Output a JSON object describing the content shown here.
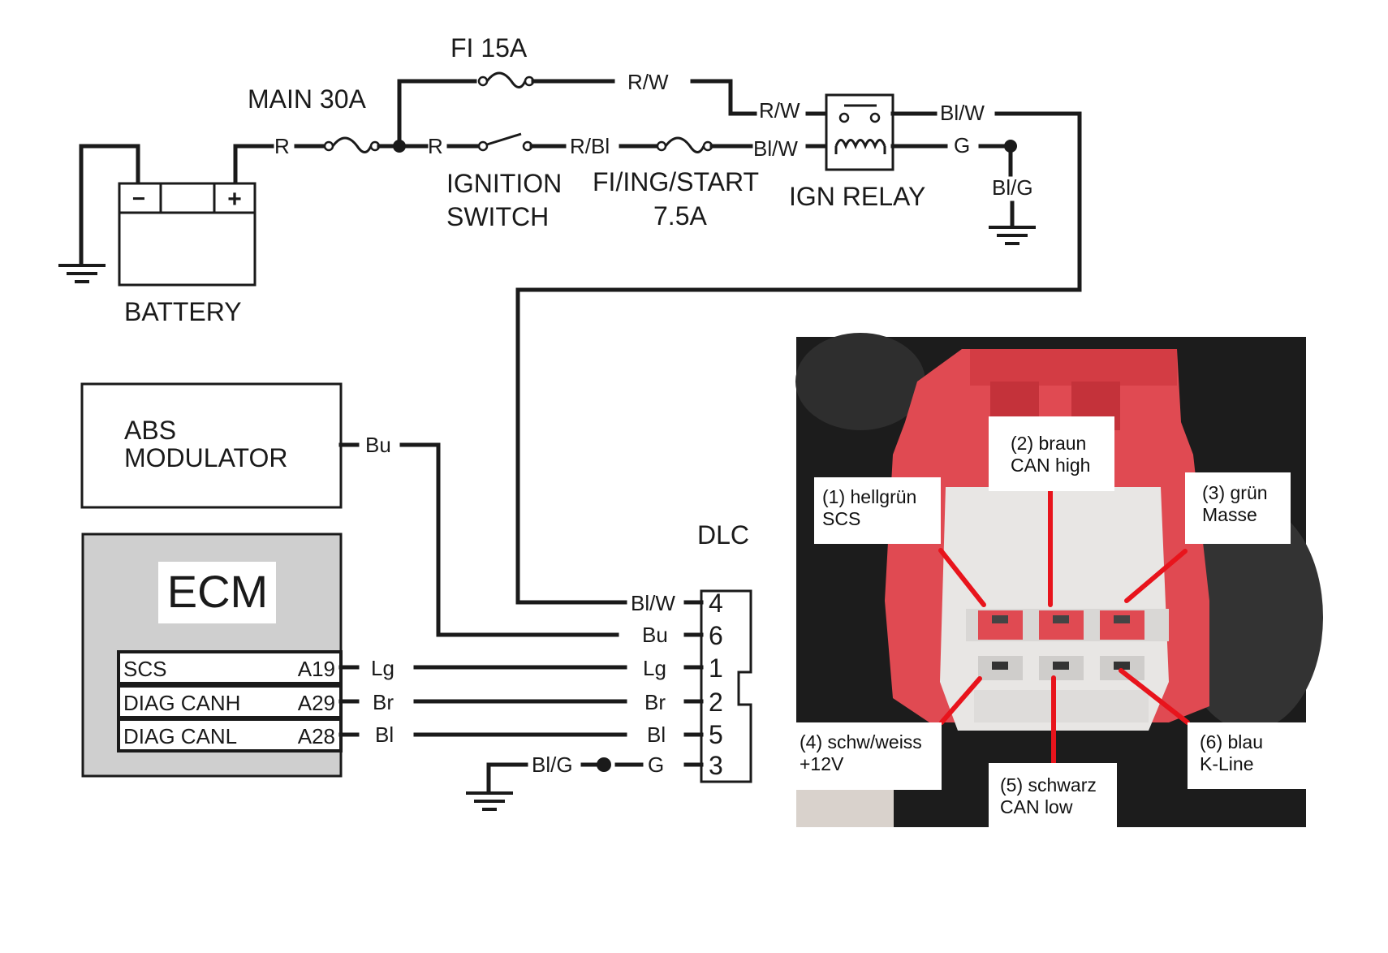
{
  "colors": {
    "wire": "#1a1a1a",
    "ecm_bg": "#cfcfcf",
    "connector_red": "#e04a52",
    "pointer_red": "#e8141c",
    "photo_bg": "#1c1c1c"
  },
  "power": {
    "battery_label": "BATTERY",
    "battery_minus": "−",
    "battery_plus": "+",
    "main_fuse": "MAIN 30A",
    "fi_fuse": "FI 15A",
    "wire_r1": "R",
    "wire_r2": "R",
    "wire_rw1": "R/W",
    "wire_rw2": "R/W",
    "wire_rbl": "R/Bl",
    "wire_blw1": "Bl/W",
    "wire_blw2": "Bl/W",
    "wire_g": "G",
    "wire_blg": "Bl/G",
    "ign_switch_line1": "IGNITION",
    "ign_switch_line2": "SWITCH",
    "fi_start_line1": "FI/ING/START",
    "fi_start_line2": "7.5A",
    "ign_relay": "IGN RELAY"
  },
  "abs": {
    "line1": "ABS",
    "line2": "MODULATOR",
    "wire": "Bu"
  },
  "ecm": {
    "title": "ECM",
    "pins": [
      {
        "name": "SCS",
        "code": "A19",
        "wire": "Lg"
      },
      {
        "name": "DIAG CANH",
        "code": "A29",
        "wire": "Br"
      },
      {
        "name": "DIAG CANL",
        "code": "A28",
        "wire": "Bl"
      }
    ]
  },
  "dlc": {
    "label": "DLC",
    "pins": [
      {
        "wire": "Bl/W",
        "num": "4"
      },
      {
        "wire": "Bu",
        "num": "6"
      },
      {
        "wire": "Lg",
        "num": "1"
      },
      {
        "wire": "Br",
        "num": "2"
      },
      {
        "wire": "Bl",
        "num": "5"
      },
      {
        "wire": "G",
        "num": "3"
      }
    ],
    "ground_wire": "Bl/G"
  },
  "photo_labels": {
    "pin1": {
      "line1": "(1) hellgrün",
      "line2": "SCS"
    },
    "pin2": {
      "line1": "(2) braun",
      "line2": "CAN high"
    },
    "pin3": {
      "line1": "(3) grün",
      "line2": "Masse"
    },
    "pin4": {
      "line1": "(4) schw/weiss",
      "line2": "+12V"
    },
    "pin5": {
      "line1": "(5) schwarz",
      "line2": "CAN low"
    },
    "pin6": {
      "line1": "(6) blau",
      "line2": "K-Line"
    }
  }
}
